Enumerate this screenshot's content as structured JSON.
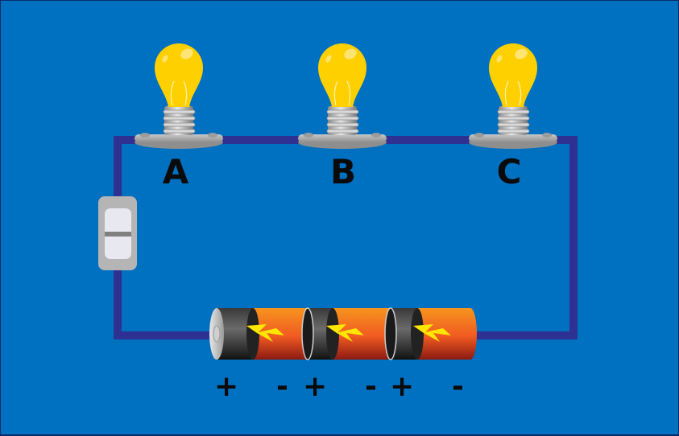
{
  "diagram": {
    "title": "Series circuit with three bulbs, a switch and three cells",
    "bulbs": [
      {
        "label": "A",
        "state": "lit"
      },
      {
        "label": "B",
        "state": "lit"
      },
      {
        "label": "C",
        "state": "lit"
      }
    ],
    "switch": {
      "state": "closed"
    },
    "battery": {
      "cells": 3,
      "polarity_labels": [
        "+",
        "-",
        "+",
        "-",
        "+",
        "-"
      ]
    },
    "colors": {
      "background": "#0070c0",
      "wire": "#2e3192",
      "bulb_glass": "#ffd000",
      "metal": "#b8b8b8",
      "cell_body": "#f26522",
      "cell_band": "#1a1a1a",
      "bolt": "#ffe600"
    }
  }
}
